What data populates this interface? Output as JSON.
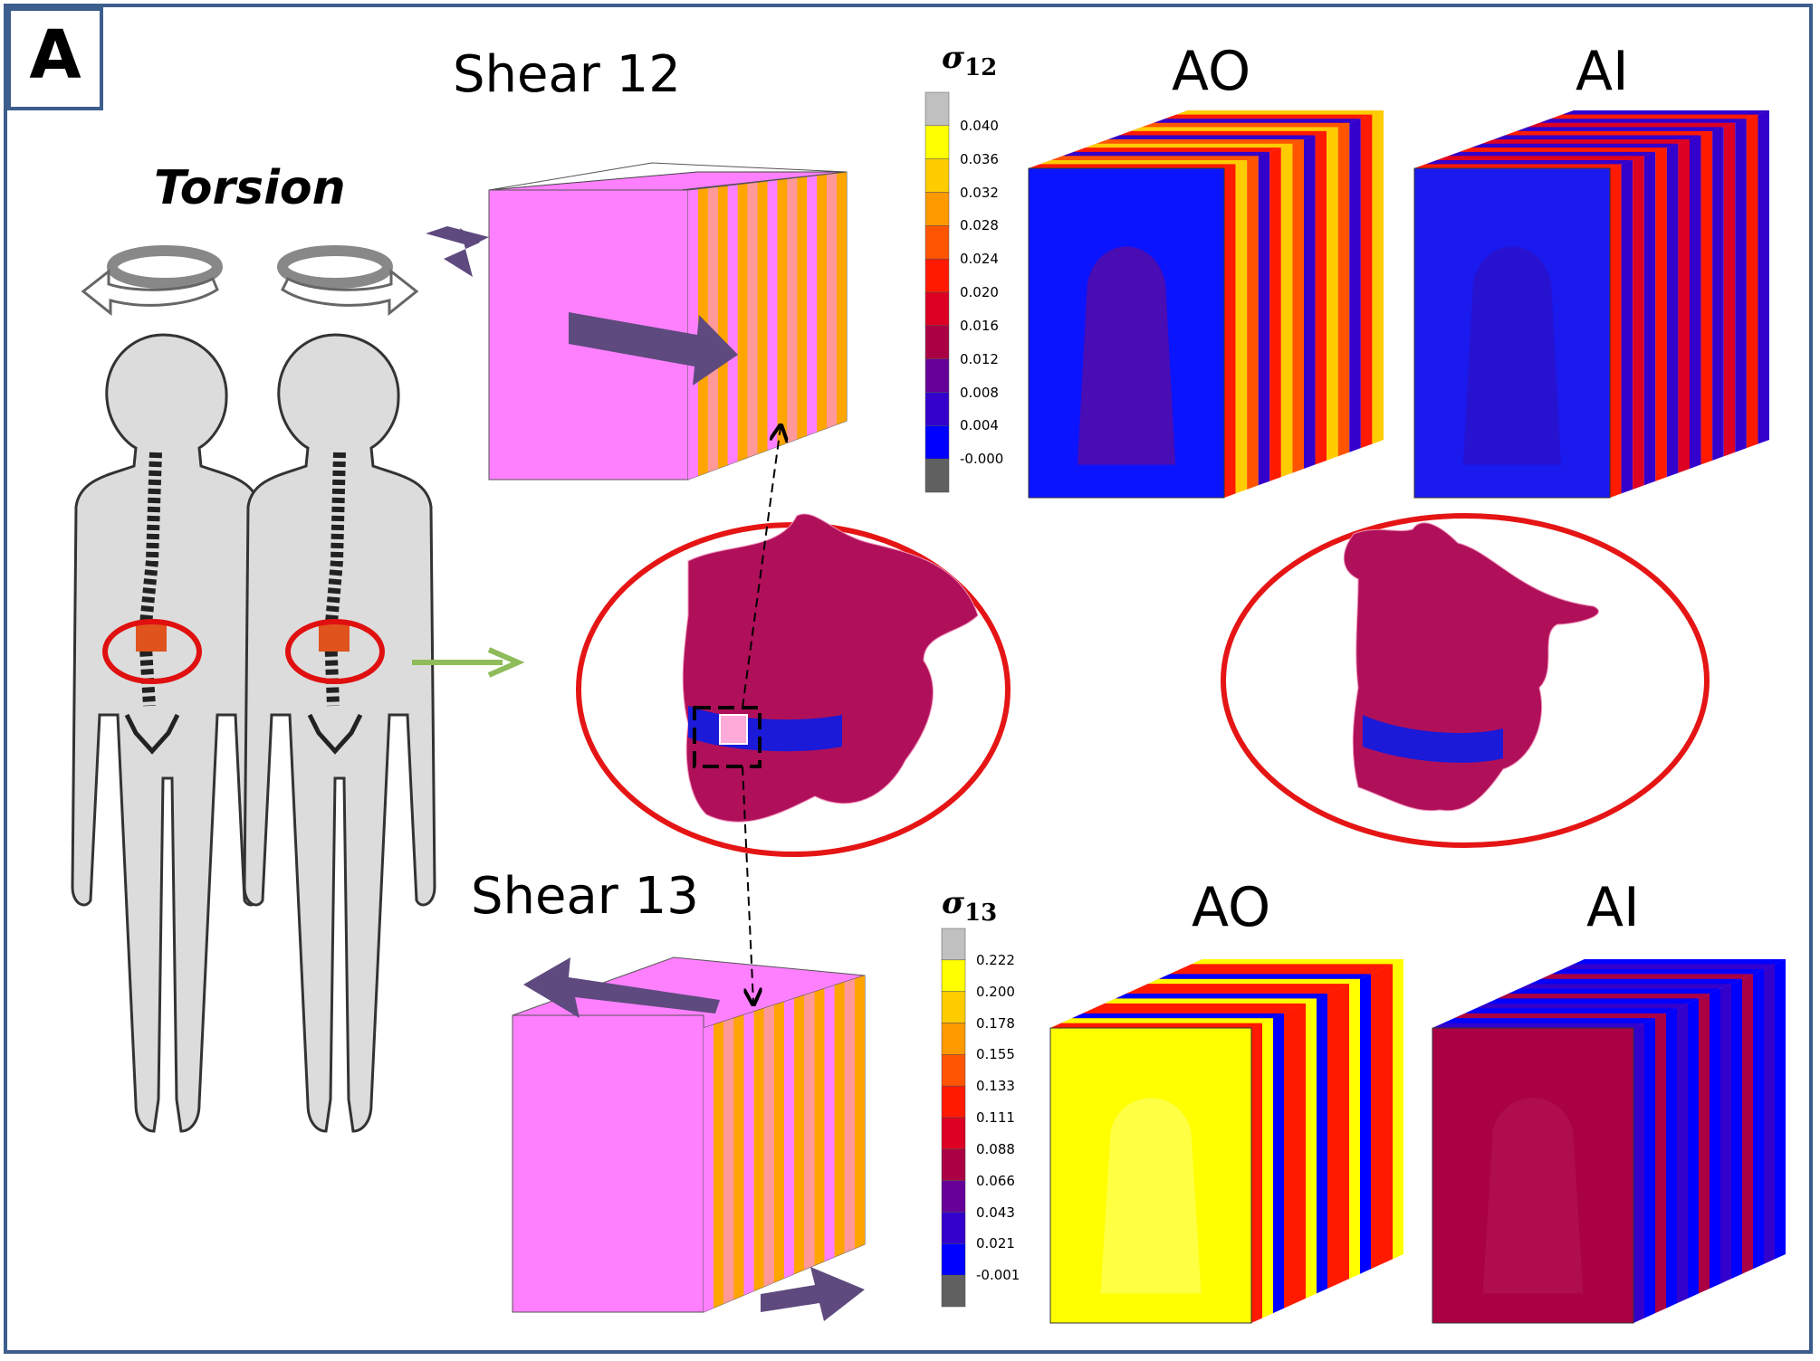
{
  "panel_label": "A",
  "torsion_title": "Torsion",
  "shear12": {
    "title": "Shear 12",
    "colorbar_label": "σ",
    "colorbar_sub": "12",
    "ticks": [
      "0.040",
      "0.036",
      "0.032",
      "0.028",
      "0.024",
      "0.020",
      "0.016",
      "0.012",
      "0.008",
      "0.004",
      "-0.000"
    ],
    "ao_label": "AO",
    "ai_label": "AI"
  },
  "shear13": {
    "title": "Shear 13",
    "colorbar_label": "σ",
    "colorbar_sub": "13",
    "ticks": [
      "0.222",
      "0.200",
      "0.178",
      "0.155",
      "0.133",
      "0.111",
      "0.088",
      "0.066",
      "0.043",
      "0.021",
      "-0.001"
    ],
    "ao_label": "AO",
    "ai_label": "AI"
  },
  "colormap": [
    "#c0c0c0",
    "#ffff00",
    "#ffcc00",
    "#ff9900",
    "#ff5500",
    "#ff1a00",
    "#dd0022",
    "#aa0044",
    "#660099",
    "#3300cc",
    "#0000ff",
    "#606060"
  ],
  "colors": {
    "frame": "#3b5e8c",
    "pink": "#ff80ff",
    "orange": "#ffa500",
    "arrow": "#5e4a7e",
    "vertebra": "#b0105a",
    "disc": "#1a1ad8",
    "ellipse": "#e51515",
    "green_arrow": "#8fbc5a"
  }
}
